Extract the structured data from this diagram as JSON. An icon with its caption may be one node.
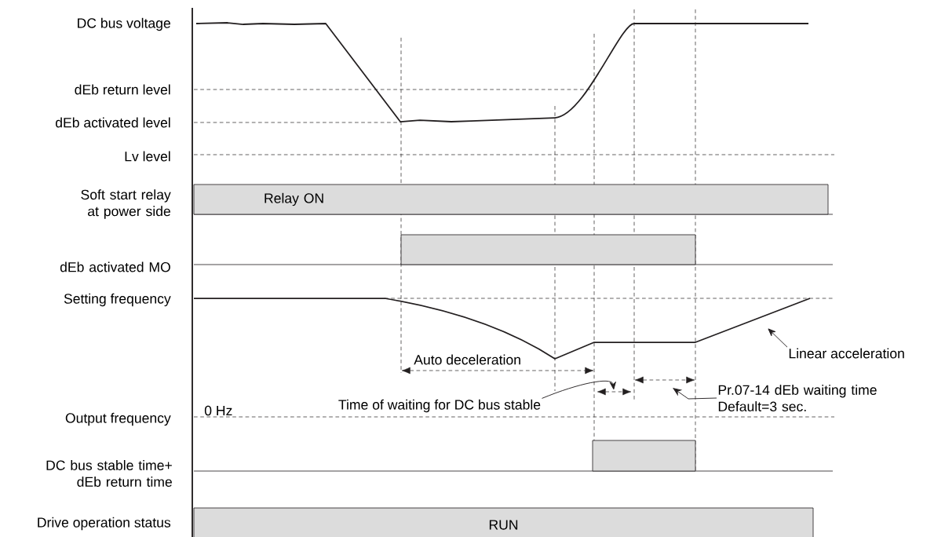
{
  "diagram": {
    "nodes": [
      {
        "text": [
          "Relay ON"
        ]
      },
      {
        "text": [],
        "shape": "bar"
      },
      {
        "text": [],
        "shape": "bar"
      },
      {
        "text": [
          "RUN"
        ]
      },
      {
        "text": [
          "Linear acceleration"
        ]
      },
      {
        "text": [
          "Time of waiting for DC bus stable"
        ]
      },
      {
        "text": [
          "Pr.07-14 dEb waiting time Default=3 sec."
        ]
      }
    ],
    "edges": [
      {
        "from": 4,
        "to": null,
        "arrow": "to"
      },
      {
        "from": 5,
        "to": null,
        "arrow": "to"
      },
      {
        "from": 6,
        "to": null,
        "arrow": "to"
      }
    ],
    "labels": [
      "DC bus voltage",
      "dEb return level",
      "dEb activated level",
      "Lv level",
      "Soft start relay at power side",
      "dEb activated MO",
      "Setting frequency",
      "Auto deceleration",
      "0 Hz",
      "Output frequency",
      "DC bus stable time+ dEb return time",
      "Drive operation status"
    ]
  }
}
